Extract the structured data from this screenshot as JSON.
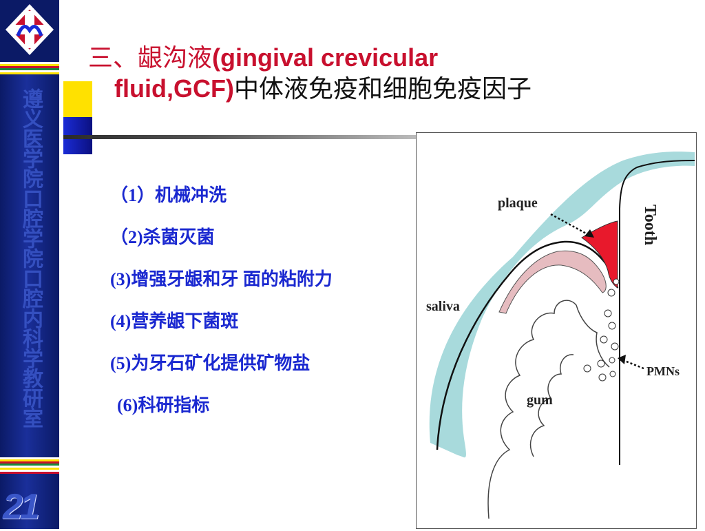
{
  "sidebar": {
    "vertical_text": "遵义医学院口腔学院口腔内科学教研室",
    "page_number": "21",
    "logo": "college-logo-emblem"
  },
  "title": {
    "part1_cn": "三、龈沟液",
    "part1_en": "(gingival crevicular",
    "part2_en": "fluid,GCF)",
    "part2_cn": "中体液免疫和细胞免疫因子"
  },
  "items": [
    "（1）机械冲洗",
    "（2)杀菌灭菌",
    "(3)增强牙龈和牙 面的粘附力",
    "(4)营养龈下菌斑",
    "(5)为牙石矿化提供矿物盐",
    "(6)科研指标"
  ],
  "figure": {
    "labels": {
      "plaque": "plaque",
      "tooth": "Tooth",
      "saliva": "saliva",
      "gum": "gum",
      "pmns": "PMNs"
    }
  },
  "colors": {
    "sidebar": "#0b1a66",
    "title_red": "#c8102e",
    "list_blue": "#1a28d0",
    "saliva": "#a8dadc",
    "plaque": "#e8192c",
    "accent_yellow": "#ffe100"
  }
}
